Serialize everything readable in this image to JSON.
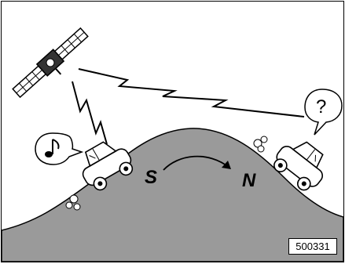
{
  "labels": {
    "south": "S",
    "north": "N",
    "unknown_signal": "?",
    "figure_code": "500331"
  },
  "icons": {
    "satellite": "satellite-icon",
    "music_note": "music-note-icon",
    "question_bubble": "question-bubble-icon"
  },
  "colors": {
    "hill": "#9a9a9a",
    "outline": "#000000"
  }
}
